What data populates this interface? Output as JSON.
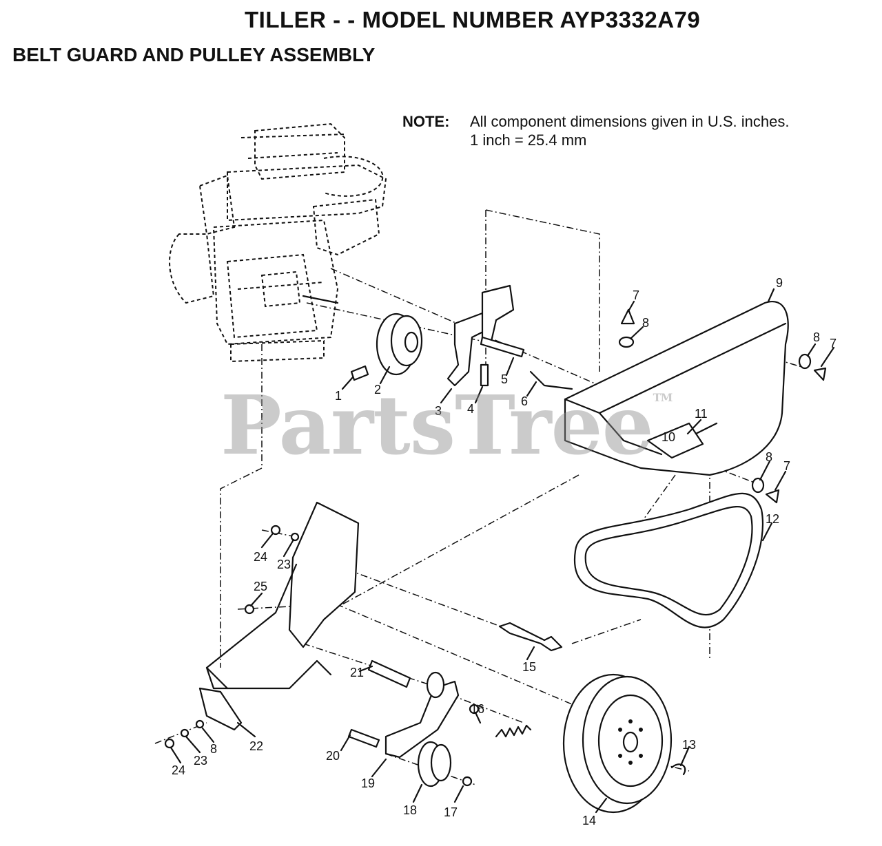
{
  "header": {
    "title": "TILLER - - MODEL NUMBER AYP3332A79",
    "subtitle": "BELT GUARD AND PULLEY ASSEMBLY"
  },
  "note": {
    "label": "NOTE:",
    "line1": "All component dimensions given in U.S. inches.",
    "line2": "1 inch = 25.4 mm"
  },
  "watermark": {
    "text": "PartsTree",
    "mark": "TM"
  },
  "callouts": [
    "1",
    "2",
    "3",
    "4",
    "5",
    "6",
    "7",
    "8",
    "8",
    "7",
    "8",
    "7",
    "9",
    "10",
    "11",
    "12",
    "13",
    "14",
    "15",
    "16",
    "17",
    "18",
    "19",
    "20",
    "21",
    "22",
    "8",
    "23",
    "24",
    "23",
    "24",
    "25"
  ]
}
